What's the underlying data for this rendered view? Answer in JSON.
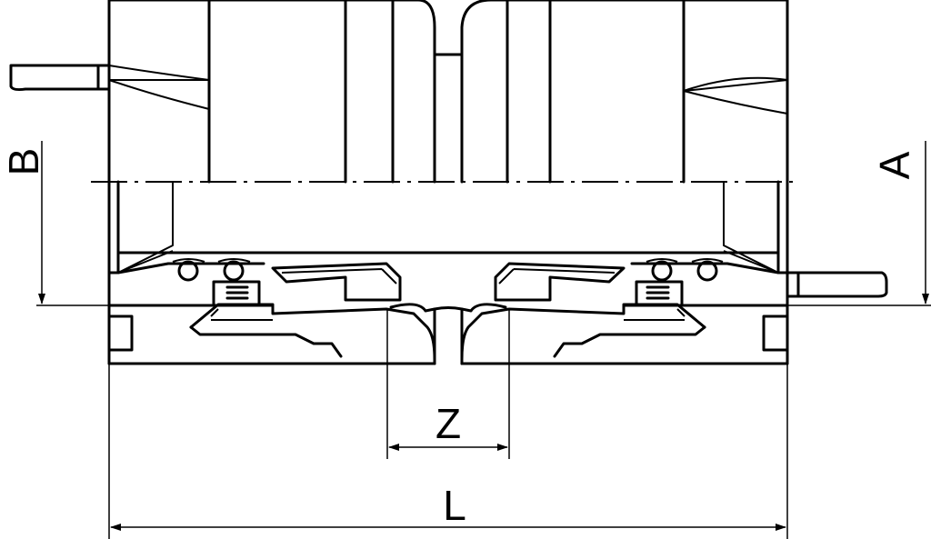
{
  "dimensions": {
    "A": "A",
    "B": "B",
    "Z": "Z",
    "L": "L"
  },
  "colors": {
    "line": "#000000",
    "background": "#ffffff"
  }
}
